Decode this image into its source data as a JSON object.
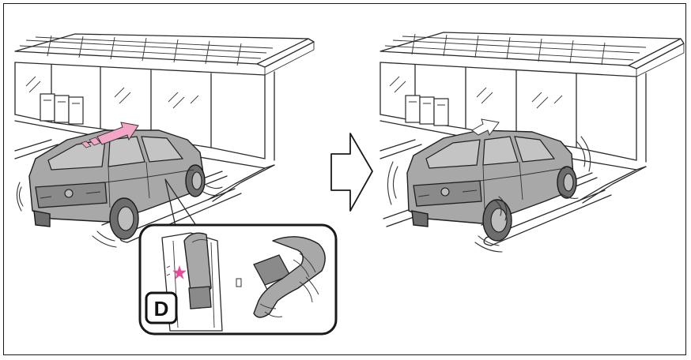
{
  "inset": {
    "gear_letter": "D"
  },
  "colors": {
    "arrow_accent": "#f4a6c6",
    "indicator_star": "#e84a9a",
    "body_gray": "#a8a8a8",
    "line": "#2a2a2a"
  },
  "icons": {
    "step_arrow": "right-arrow-outline",
    "motion_arrow": "pink-forward-arrow"
  }
}
